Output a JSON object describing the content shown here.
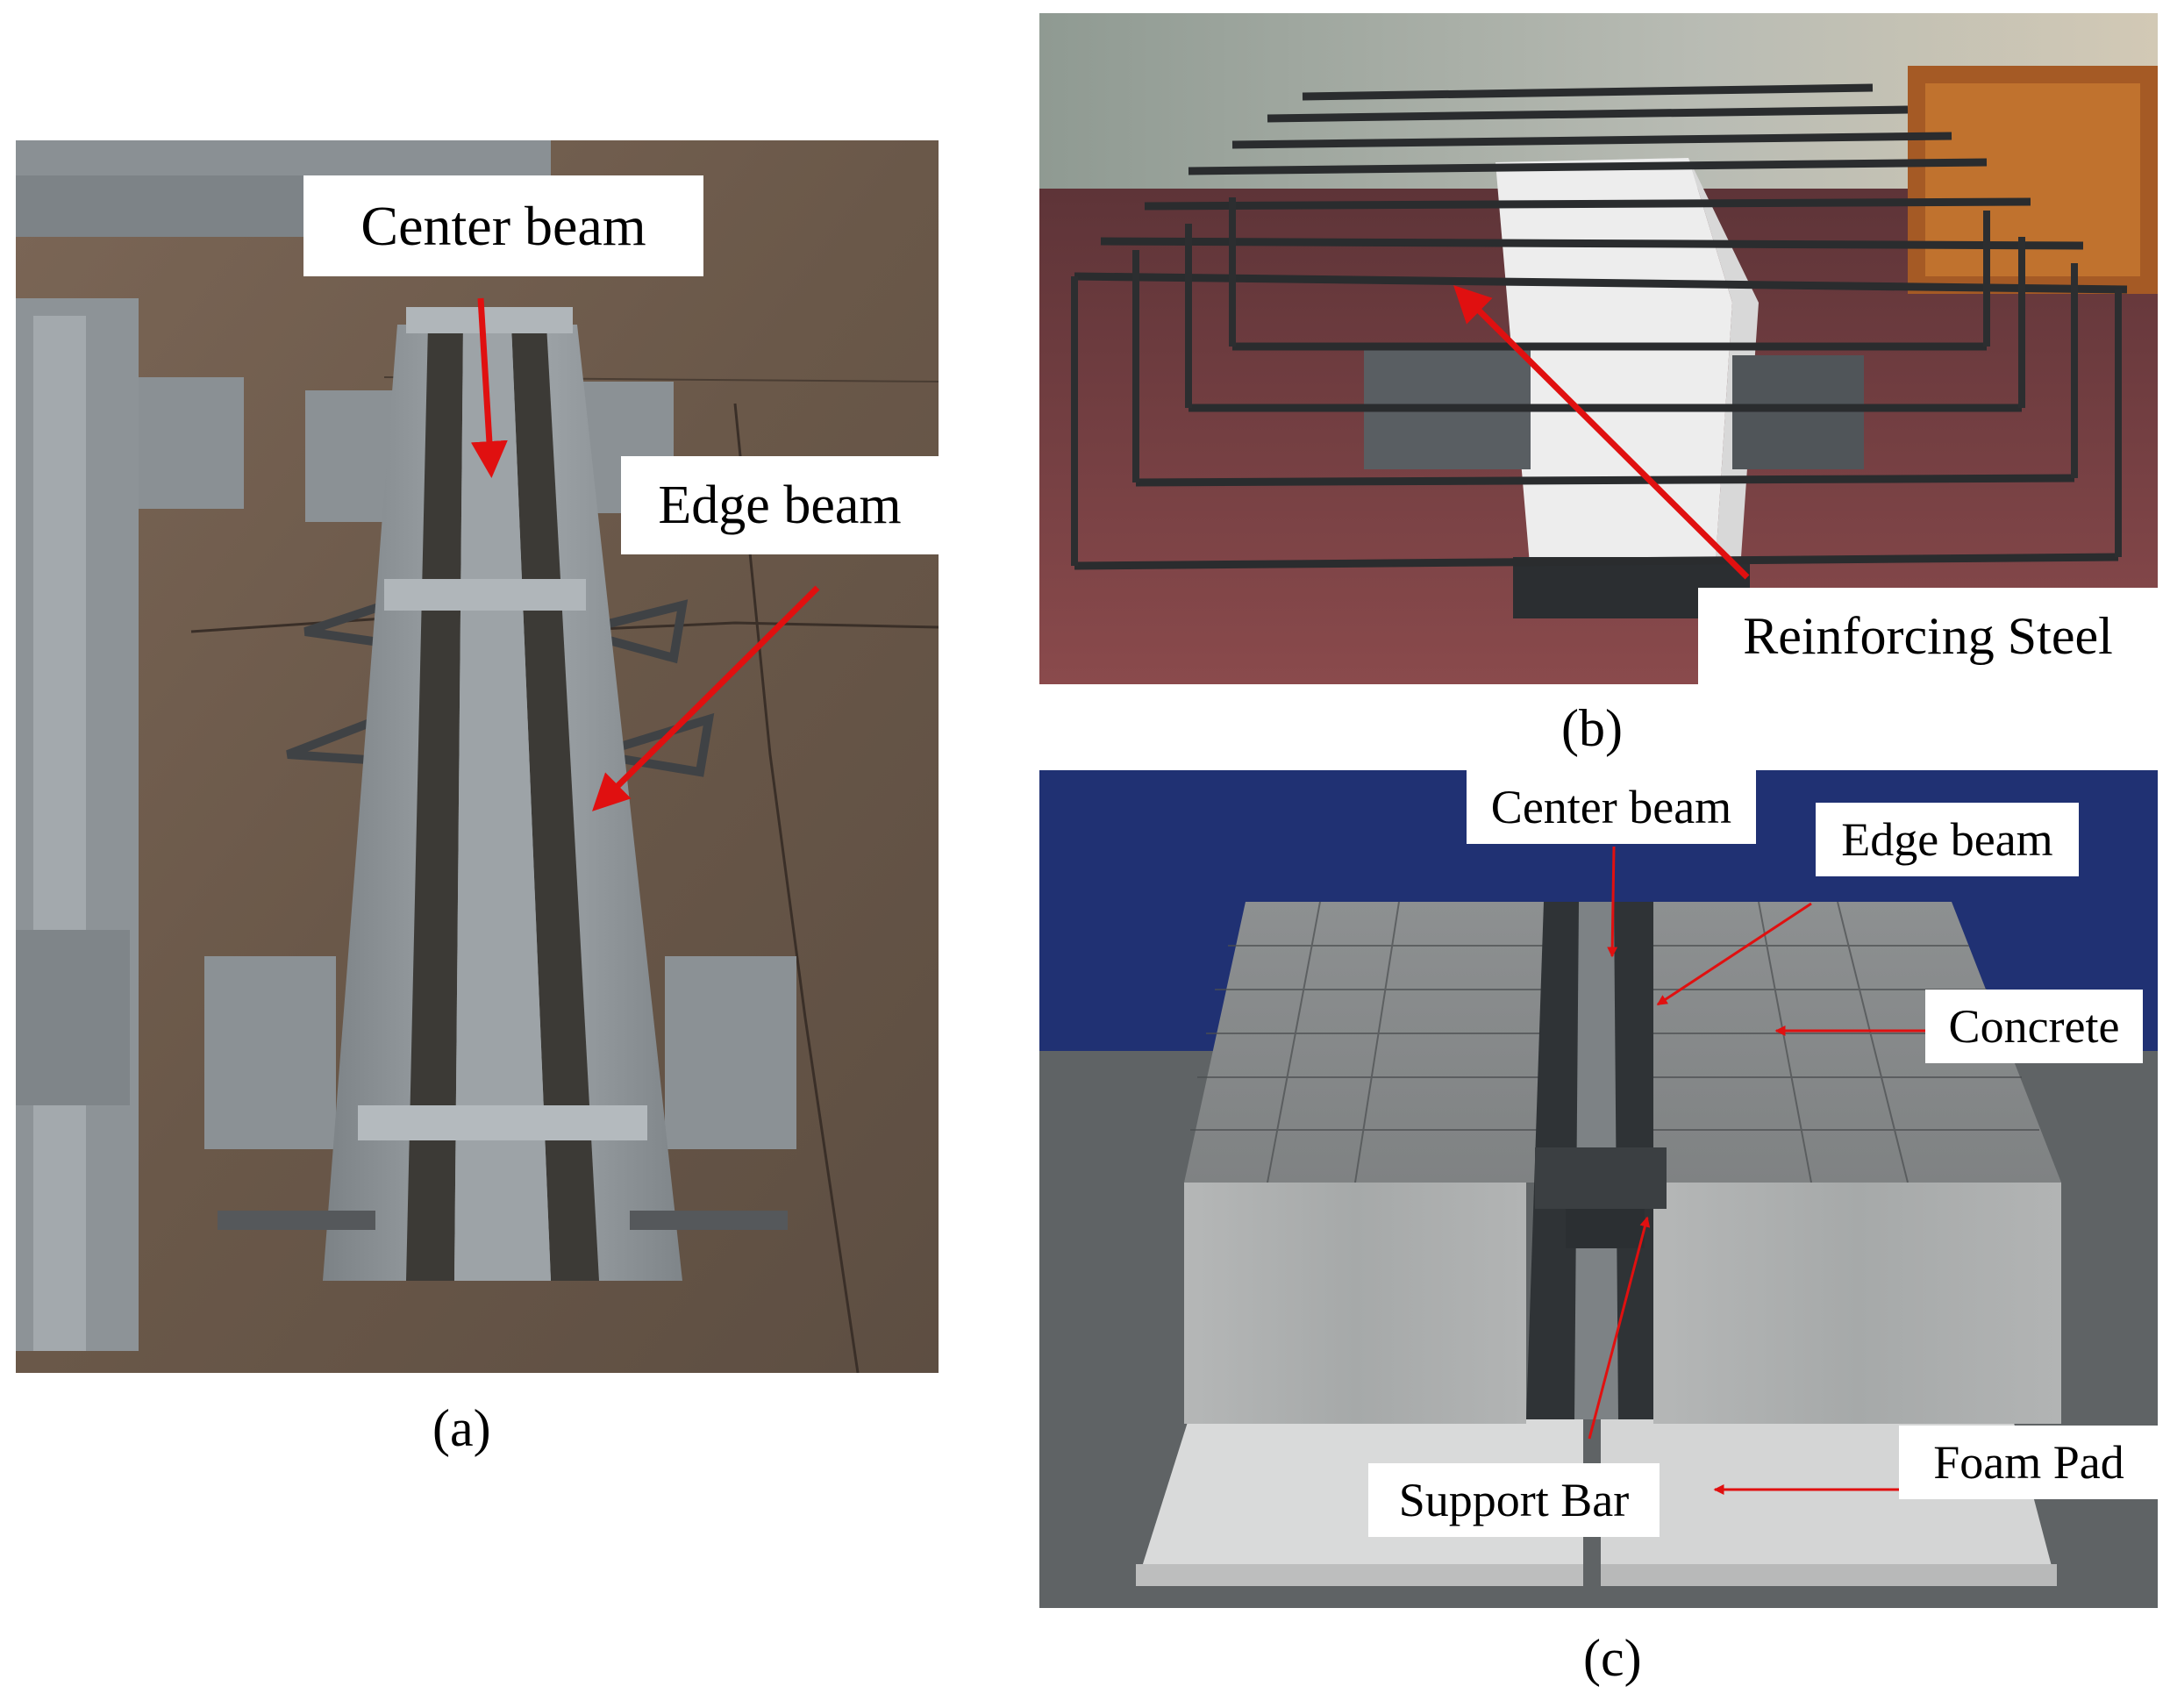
{
  "panels": {
    "a": {
      "caption": "(a)",
      "labels": {
        "center_beam": "Center  beam",
        "edge_beam": "Edge  beam"
      }
    },
    "b": {
      "caption": "(b)",
      "labels": {
        "reinforcing_steel": "Reinforcing Steel"
      }
    },
    "c": {
      "caption": "(c)",
      "labels": {
        "center_beam": "Center beam",
        "edge_beam": "Edge beam",
        "concrete": "Concrete",
        "foam_pad": "Foam Pad",
        "support_bar": "Support Bar"
      }
    }
  },
  "colors": {
    "arrow": "#e01010",
    "concrete": "#a9abab",
    "steel": "#6f7477",
    "rebar": "#2d2f31",
    "backdrop": "#1b2b6b",
    "floor_a": "#6e5d4f",
    "floor_b": "#7a3e40"
  }
}
